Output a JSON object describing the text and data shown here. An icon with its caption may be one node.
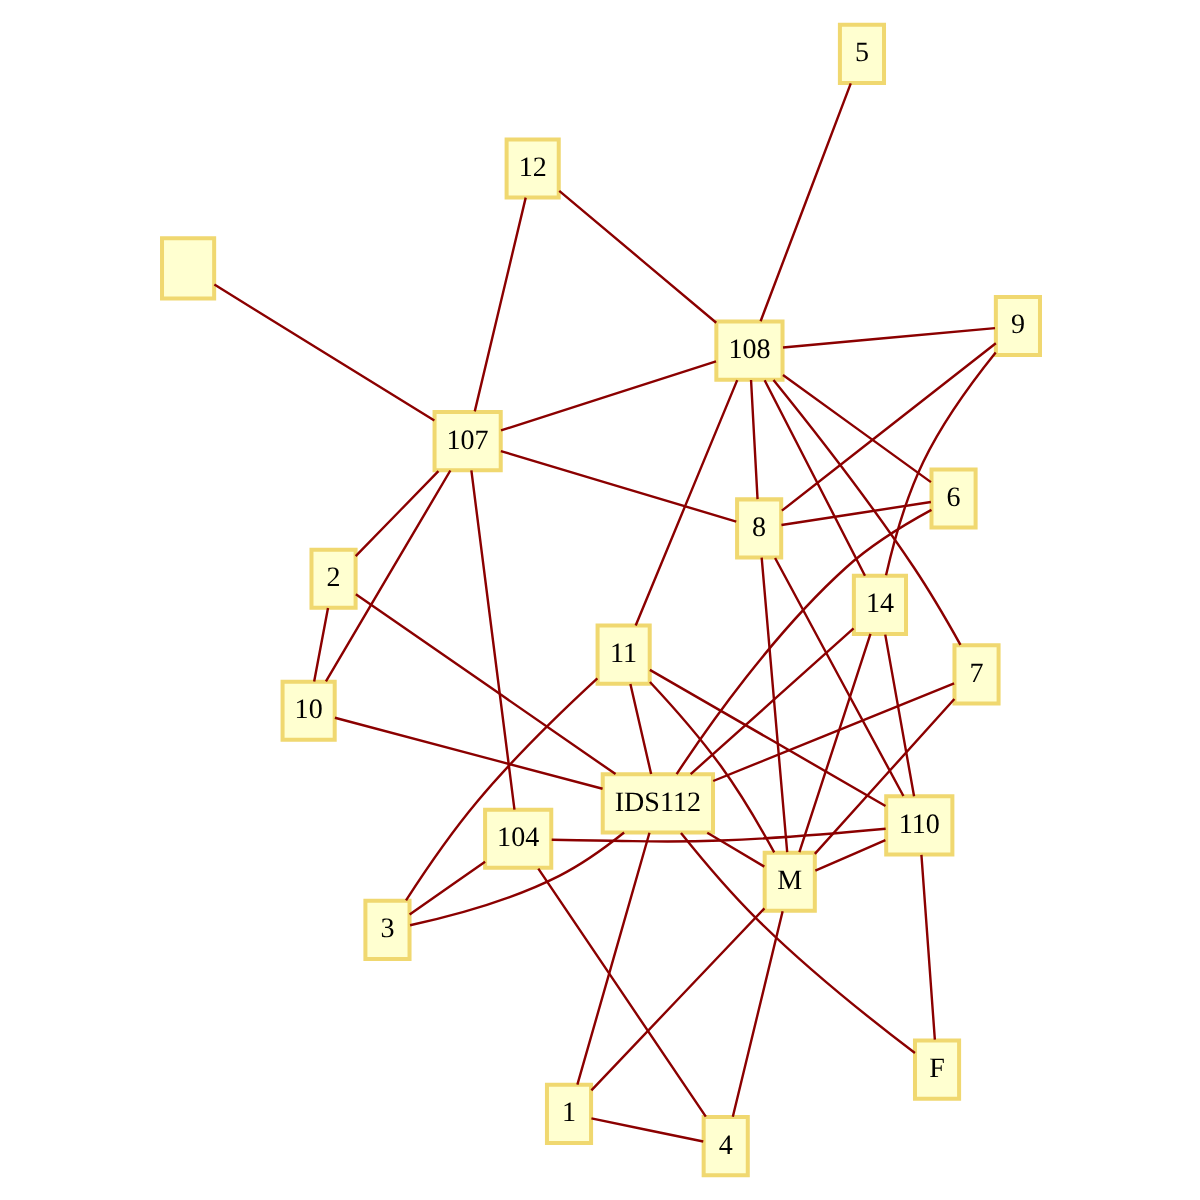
{
  "diagram": {
    "nodes": [
      {
        "text": [
          "3"
        ]
      },
      {
        "text": [
          "7"
        ]
      },
      {
        "text": [
          "4"
        ]
      },
      {
        "text": [
          "2"
        ]
      },
      {
        "text": [
          "M"
        ]
      },
      {
        "text": [],
        "shape": "box"
      },
      {
        "text": [
          "1"
        ]
      },
      {
        "text": [
          "F"
        ]
      },
      {
        "text": [
          "8"
        ]
      },
      {
        "text": [
          "11"
        ]
      },
      {
        "text": [
          "10"
        ]
      },
      {
        "text": [
          "9"
        ]
      },
      {
        "text": [
          "5"
        ]
      },
      {
        "text": [
          "104"
        ]
      },
      {
        "text": [
          "12"
        ]
      },
      {
        "text": [
          "6"
        ]
      },
      {
        "text": [
          "14"
        ]
      },
      {
        "text": [
          "110"
        ]
      },
      {
        "text": [
          "108"
        ]
      },
      {
        "text": [
          "107"
        ]
      },
      {
        "text": [
          "IDS112"
        ]
      }
    ],
    "edges": [
      {
        "from": 0,
        "to": 20,
        "arrow": "none"
      },
      {
        "from": 3,
        "to": 20,
        "arrow": "none"
      },
      {
        "from": 0,
        "to": 9,
        "arrow": "none"
      },
      {
        "from": 0,
        "to": 13,
        "arrow": "none"
      },
      {
        "from": 3,
        "to": 10,
        "arrow": "none"
      },
      {
        "from": 3,
        "to": 19,
        "arrow": "none"
      },
      {
        "from": 1,
        "to": 20,
        "arrow": "none"
      },
      {
        "from": 1,
        "to": 18,
        "arrow": "none"
      },
      {
        "from": 1,
        "to": 4,
        "arrow": "none"
      },
      {
        "from": 2,
        "to": 4,
        "arrow": "none"
      },
      {
        "from": 2,
        "to": 6,
        "arrow": "none"
      },
      {
        "from": 2,
        "to": 13,
        "arrow": "none"
      },
      {
        "from": 13,
        "to": 19,
        "arrow": "none"
      },
      {
        "from": 4,
        "to": 6,
        "arrow": "none"
      },
      {
        "from": 4,
        "to": 8,
        "arrow": "none"
      },
      {
        "from": 4,
        "to": 17,
        "arrow": "none"
      },
      {
        "from": 4,
        "to": 20,
        "arrow": "none"
      },
      {
        "from": 9,
        "to": 4,
        "arrow": "none"
      },
      {
        "from": 16,
        "to": 4,
        "arrow": "none"
      },
      {
        "from": 11,
        "to": 8,
        "arrow": "none"
      },
      {
        "from": 11,
        "to": 16,
        "arrow": "none"
      },
      {
        "from": 11,
        "to": 18,
        "arrow": "none"
      },
      {
        "from": 16,
        "to": 17,
        "arrow": "none"
      },
      {
        "from": 16,
        "to": 20,
        "arrow": "none"
      },
      {
        "from": 16,
        "to": 18,
        "arrow": "none"
      },
      {
        "from": 9,
        "to": 18,
        "arrow": "none"
      },
      {
        "from": 9,
        "to": 20,
        "arrow": "none"
      },
      {
        "from": 9,
        "to": 17,
        "arrow": "none"
      },
      {
        "from": 14,
        "to": 18,
        "arrow": "none"
      },
      {
        "from": 14,
        "to": 19,
        "arrow": "none"
      },
      {
        "from": 15,
        "to": 18,
        "arrow": "none"
      },
      {
        "from": 15,
        "to": 20,
        "arrow": "none"
      },
      {
        "from": 8,
        "to": 15,
        "arrow": "none"
      },
      {
        "from": 10,
        "to": 20,
        "arrow": "none"
      },
      {
        "from": 13,
        "to": 17,
        "arrow": "none"
      },
      {
        "from": 10,
        "to": 19,
        "arrow": "none"
      },
      {
        "from": 5,
        "to": 19,
        "arrow": "none"
      },
      {
        "from": 18,
        "to": 19,
        "arrow": "none"
      },
      {
        "from": 12,
        "to": 18,
        "arrow": "none"
      },
      {
        "from": 8,
        "to": 18,
        "arrow": "none"
      },
      {
        "from": 8,
        "to": 19,
        "arrow": "none"
      },
      {
        "from": 7,
        "to": 17,
        "arrow": "none"
      },
      {
        "from": 7,
        "to": 20,
        "arrow": "none"
      },
      {
        "from": 6,
        "to": 20,
        "arrow": "none"
      },
      {
        "from": 8,
        "to": 17,
        "arrow": "none"
      }
    ]
  }
}
